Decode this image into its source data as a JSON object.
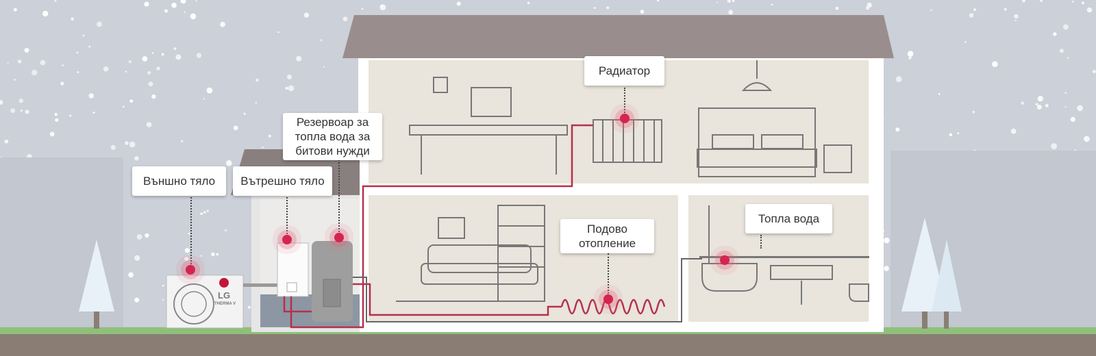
{
  "labels": {
    "radiator": "Радиатор",
    "tank": "Резервоар за топла вода за битови нужди",
    "outdoor_unit": "Външно тяло",
    "indoor_unit": "Вътрешно тяло",
    "floor_heating": "Подово отопление",
    "hot_water": "Топла вода"
  },
  "brand": {
    "logo": "LG",
    "product": "THERMA V"
  },
  "colors": {
    "pipe": "#b5304a",
    "dot": "#d4254f",
    "roof": "#9a8d8d",
    "room": "#e9e4dc",
    "sky": "#ccd0d8"
  }
}
